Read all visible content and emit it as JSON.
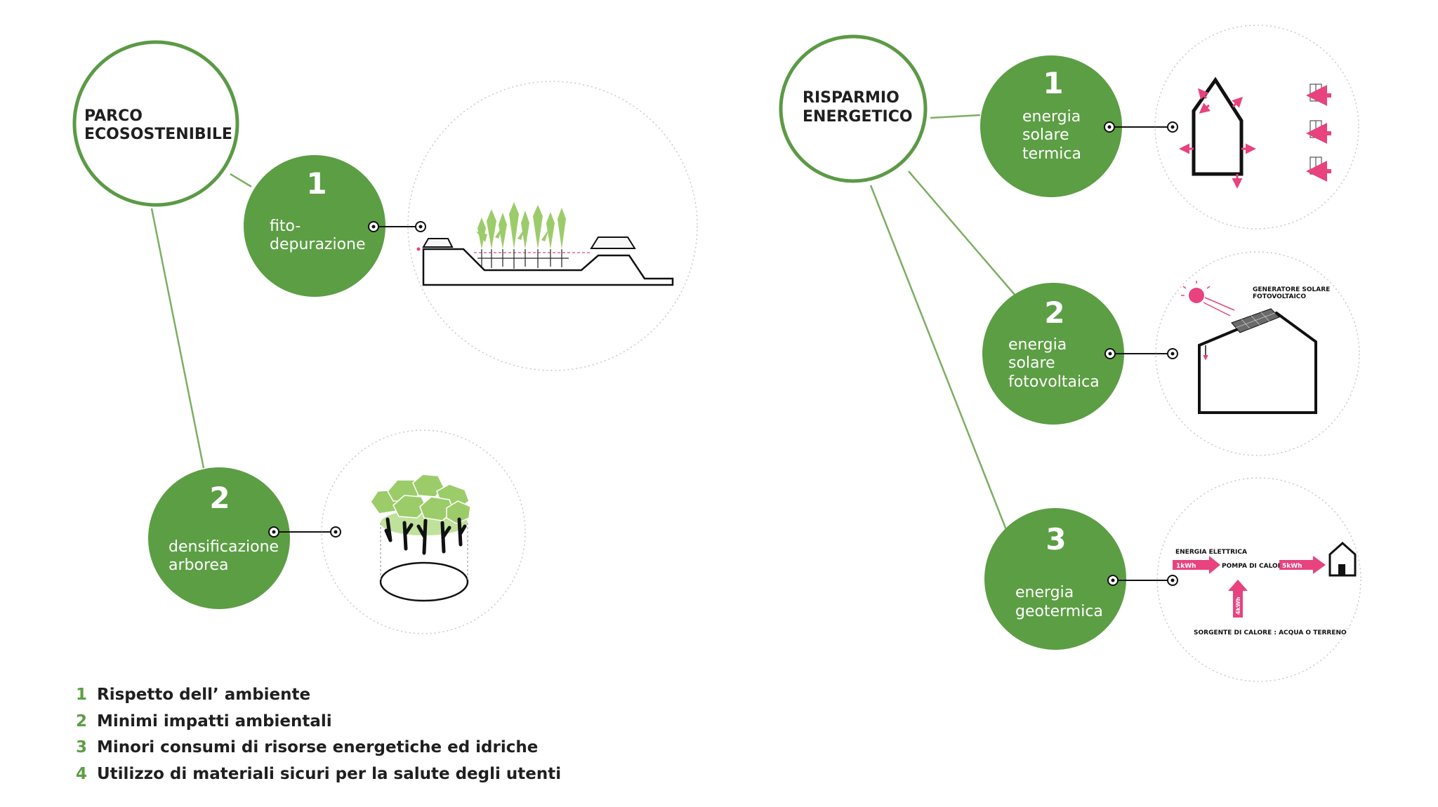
{
  "colors": {
    "green": "#5c9e44",
    "outline": "#5b9a45",
    "pink": "#e8437f",
    "leaf": "#9ccc6a"
  },
  "left_group": {
    "title_line1": "PARCO",
    "title_line2": "ECOSOSTENIBILE",
    "items": [
      {
        "num": "1",
        "line1": "fito-",
        "line2": "depurazione",
        "icon": "phytodepuration-section-illustration"
      },
      {
        "num": "2",
        "line1": "densificazione",
        "line2": "arborea",
        "icon": "tree-cluster-illustration"
      }
    ]
  },
  "right_group": {
    "title_line1": "RISPARMIO",
    "title_line2": "ENERGETICO",
    "items": [
      {
        "num": "1",
        "line1": "energia",
        "line2": "solare",
        "line3": "termica",
        "icon": "house-thermal-arrows-illustration"
      },
      {
        "num": "2",
        "line1": "energia",
        "line2": "solare",
        "line3": "fotovoltaica",
        "icon": "house-solar-panel-illustration",
        "label_line1": "GENERATORE SOLARE",
        "label_line2": "FOTOVOLTAICO"
      },
      {
        "num": "3",
        "line1": "energia",
        "line2": "geotermica",
        "icon": "heat-pump-flow-illustration",
        "label_top": "ENERGIA ELETTRICA",
        "kwh_in": "1kWh",
        "pump": "POMPA DI CALORE",
        "kwh_out": "5kWh",
        "kwh_source": "4kWh",
        "source": "SORGENTE DI CALORE : ACQUA O TERRENO"
      }
    ]
  },
  "legend": [
    {
      "num": "1",
      "text": "Rispetto dell’ ambiente"
    },
    {
      "num": "2",
      "text": "Minimi impatti ambientali"
    },
    {
      "num": "3",
      "text": "Minori consumi di risorse energetiche ed idriche"
    },
    {
      "num": "4",
      "text": "Utilizzo di materiali sicuri per la salute degli utenti"
    }
  ]
}
